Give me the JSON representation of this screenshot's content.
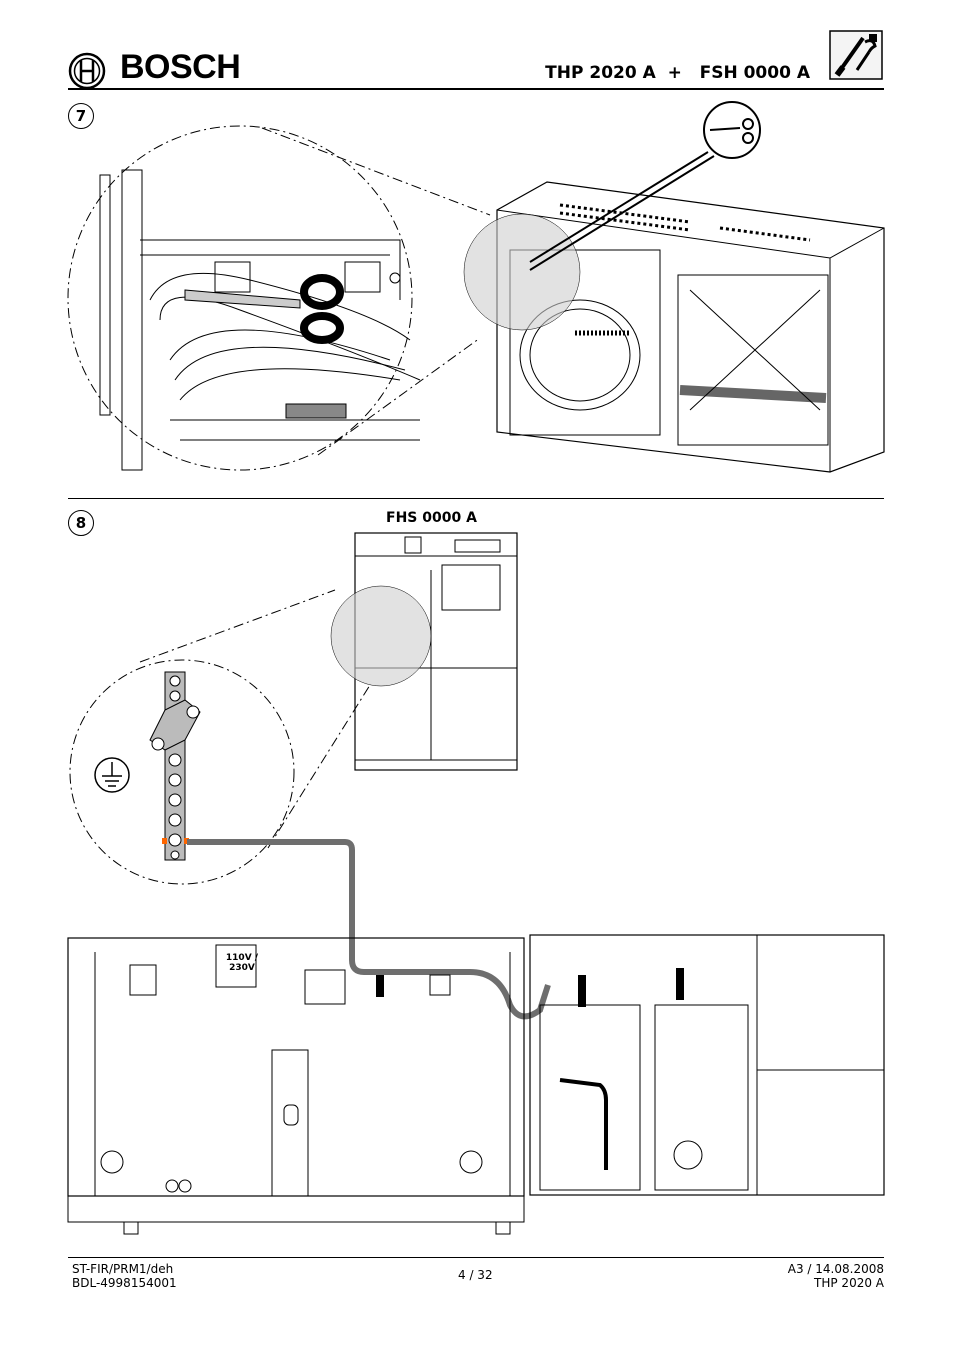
{
  "header": {
    "brand": "BOSCH",
    "title": "THP 2020 A  +   FSH 0000 A",
    "icon": "tools-icon"
  },
  "steps": [
    {
      "number": "7",
      "icon": "scissors-icon"
    },
    {
      "number": "8",
      "diagram_label": "FHS 0000 A",
      "icon": "ground-symbol-icon"
    }
  ],
  "diagram_labels": {
    "voltage_top": "110V /",
    "voltage_bottom": "230V"
  },
  "colors": {
    "ground_cable": "#6e6e6e",
    "terminal_highlight": "#ff6600",
    "zoom_fill": "#e0e0e0"
  },
  "footer": {
    "left_line1": "ST-FIR/PRM1/deh",
    "left_line2": "BDL-4998154001",
    "page": "4 / 32",
    "right_line1": "A3 / 14.08.2008",
    "right_line2": "THP 2020 A"
  }
}
